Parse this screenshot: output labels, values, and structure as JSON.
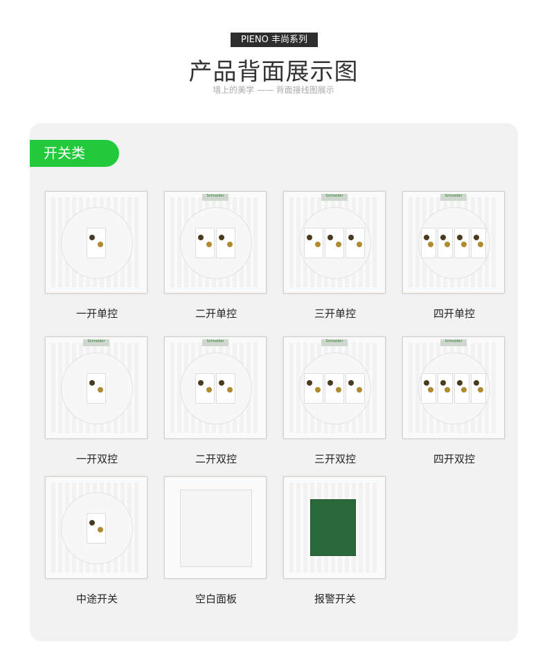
{
  "header": {
    "series_badge": "PIENO 丰尚系列",
    "title": "产品背面展示图",
    "subtitle": "墙上的美学 —— 背面接线图展示"
  },
  "section": {
    "tab_label": "开关类"
  },
  "products": [
    {
      "label": "一开单控"
    },
    {
      "label": "二开单控"
    },
    {
      "label": "三开单控"
    },
    {
      "label": "四开单控"
    },
    {
      "label": "一开双控"
    },
    {
      "label": "二开双控"
    },
    {
      "label": "三开双控"
    },
    {
      "label": "四开双控"
    },
    {
      "label": "中途开关"
    },
    {
      "label": "空白面板"
    },
    {
      "label": "报警开关"
    }
  ],
  "colors": {
    "accent": "#22c93a",
    "badge_bg": "#2d2d2d",
    "card_bg": "#f2f2f2"
  }
}
